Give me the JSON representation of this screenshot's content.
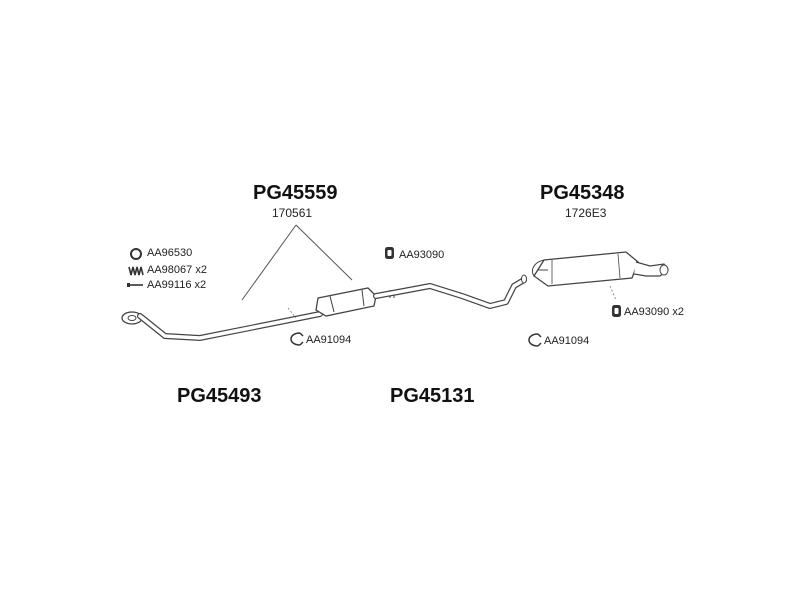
{
  "assemblies": {
    "front_pipe": {
      "code": "PG45493"
    },
    "front_section": {
      "code": "PG45559",
      "ref": "170561"
    },
    "center_section": {
      "code": "PG45131"
    },
    "rear_silencer": {
      "code": "PG45348",
      "ref": "1726E3"
    }
  },
  "parts": {
    "gasket": "AA96530",
    "spring": "AA98067 x2",
    "bolt": "AA99116 x2",
    "rubber_mount_top": "AA93090",
    "clamp_left": "AA91094",
    "clamp_right": "AA91094",
    "rubber_mount_rear": "AA93090 x2"
  },
  "colors": {
    "line": "#444444",
    "part_fill": "#ffffff",
    "icon": "#333333"
  }
}
